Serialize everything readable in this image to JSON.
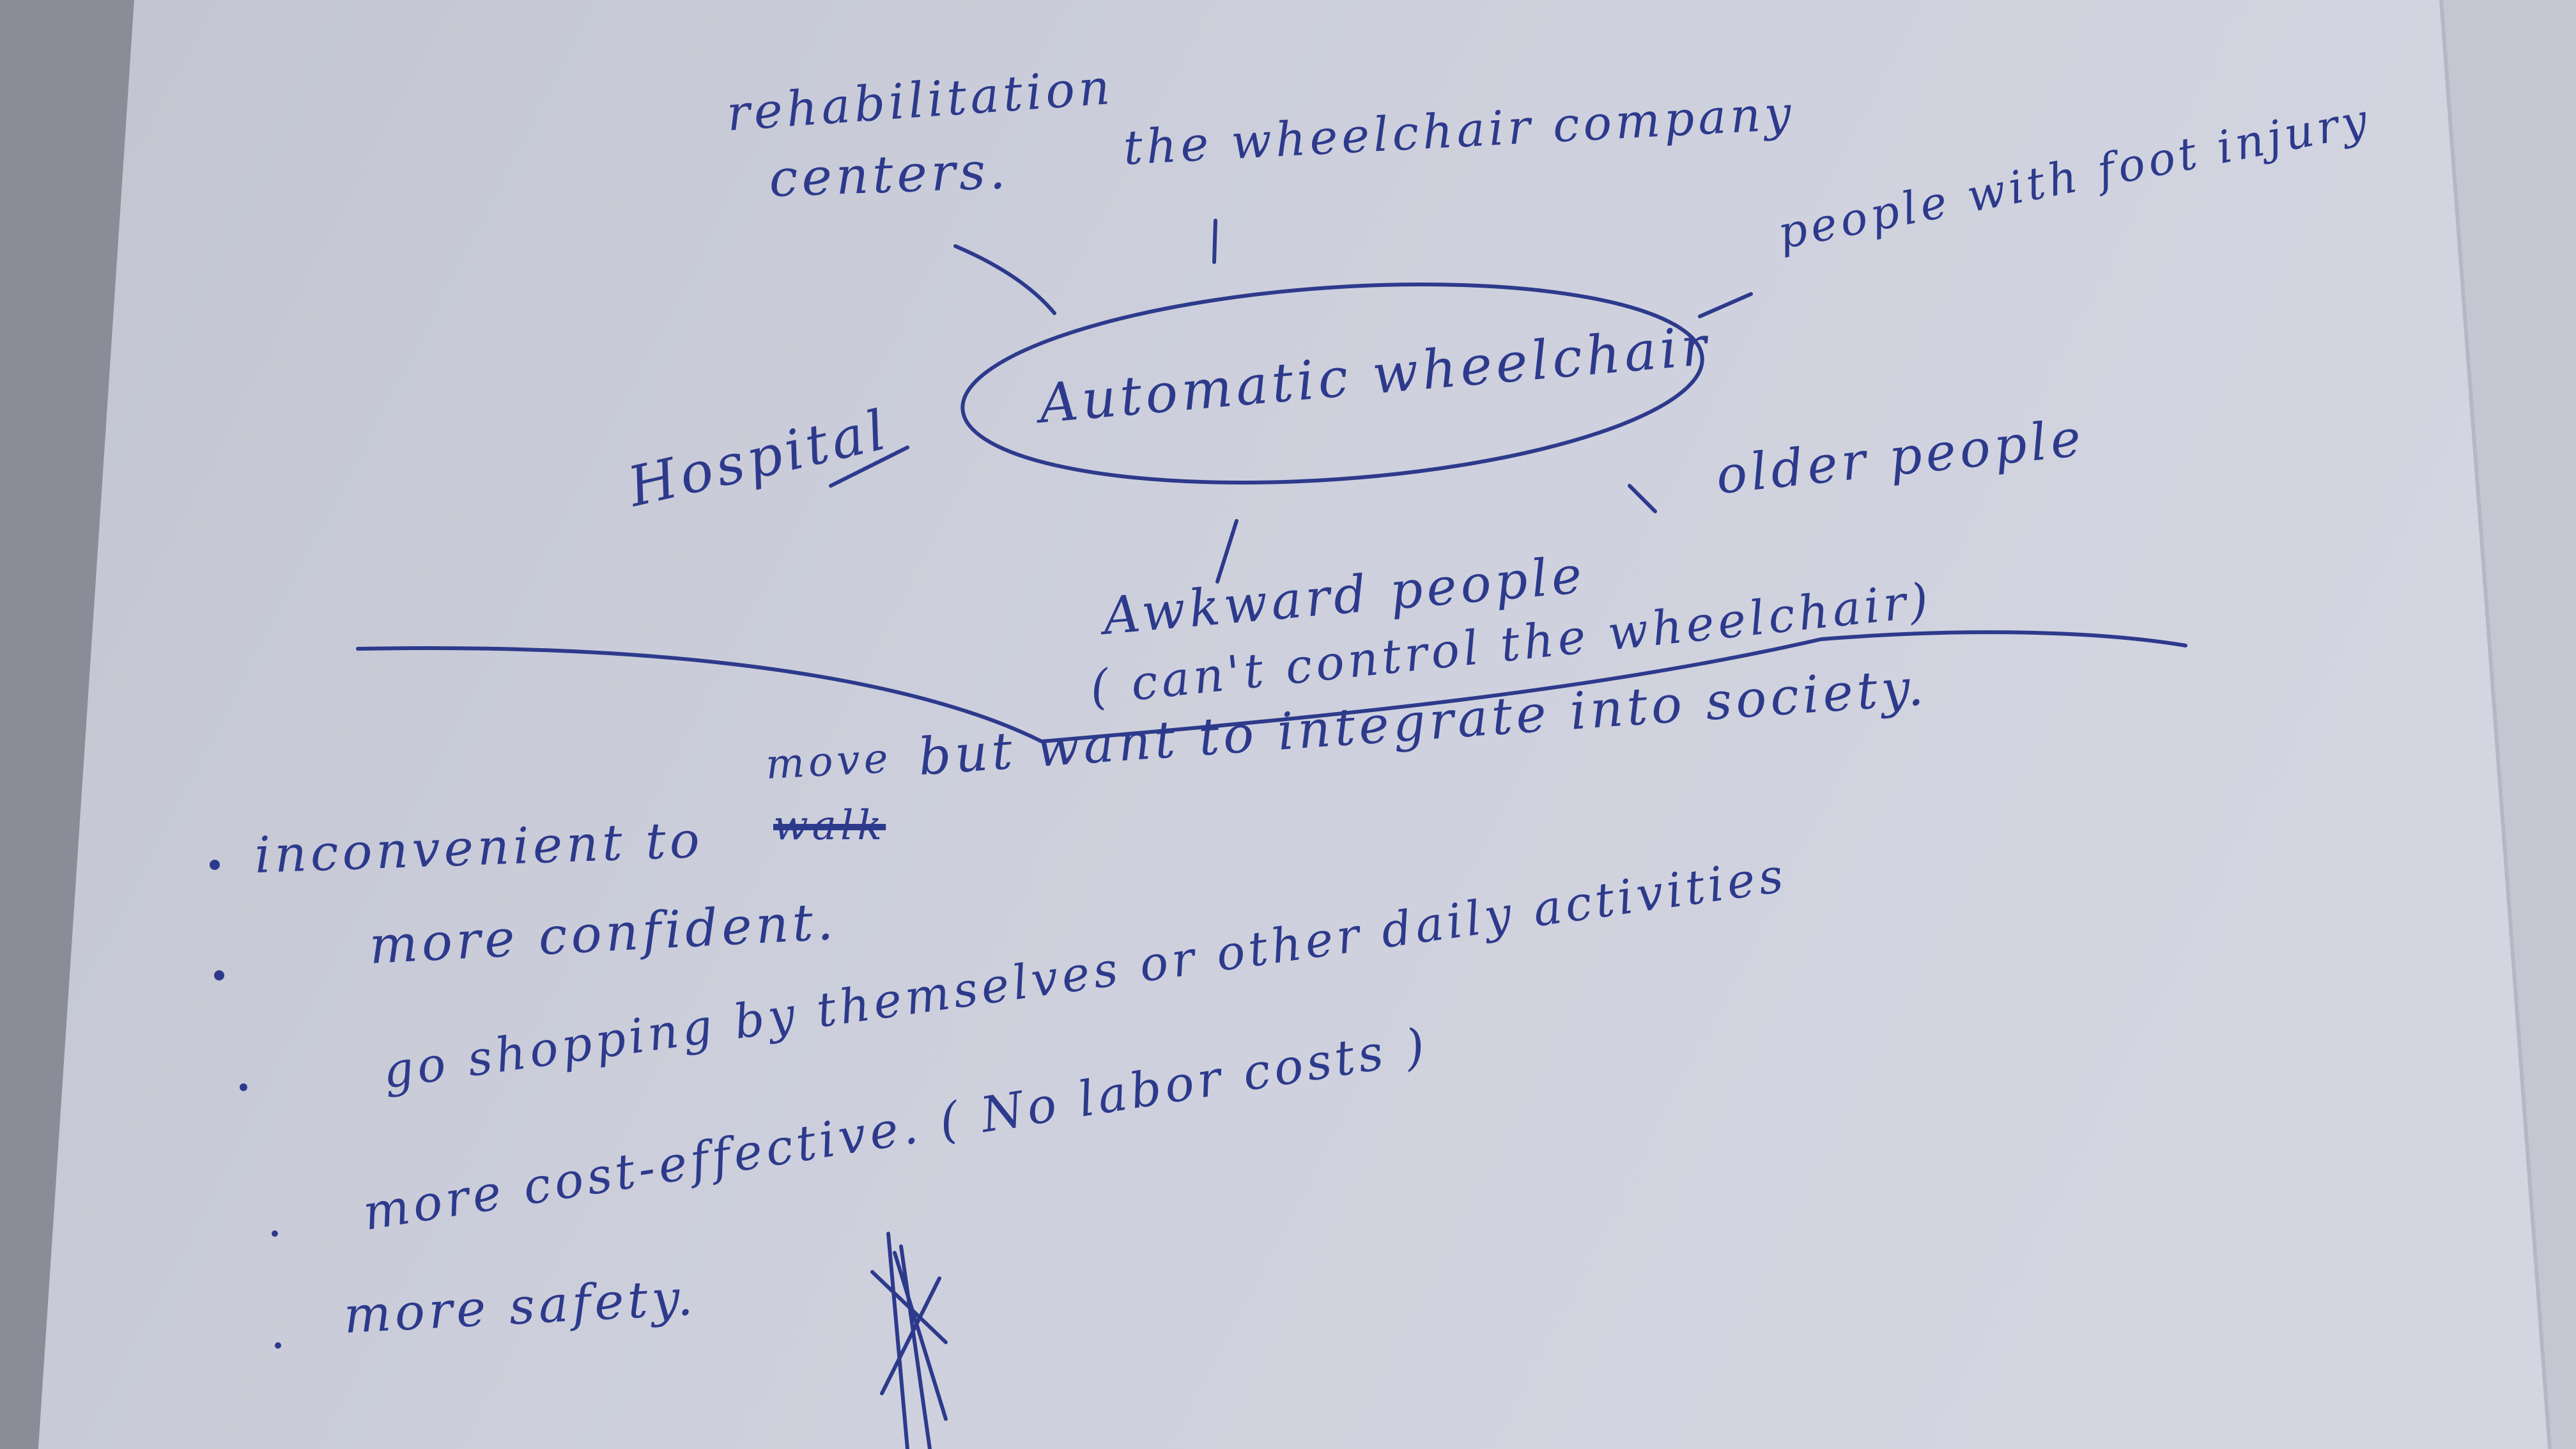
{
  "mind_map": {
    "center": "Automatic wheelchair",
    "branches": [
      "rehabilitation",
      "centers.",
      "the wheelchair company",
      "people with foot injury",
      "Hospital",
      "older people",
      "Awkward people",
      "( can't control the wheelchair)"
    ]
  },
  "notes": {
    "inserted_word": "move",
    "struck_word": "walk",
    "items": [
      "inconvenient to",
      "but want to integrate into society.",
      "more confident.",
      "go shopping by themselves or other daily activities",
      "more cost-effective. ( No labor costs )",
      "more safety."
    ]
  },
  "colors": {
    "ink": "#2d3a8c",
    "paper": "#cfd1dd"
  }
}
